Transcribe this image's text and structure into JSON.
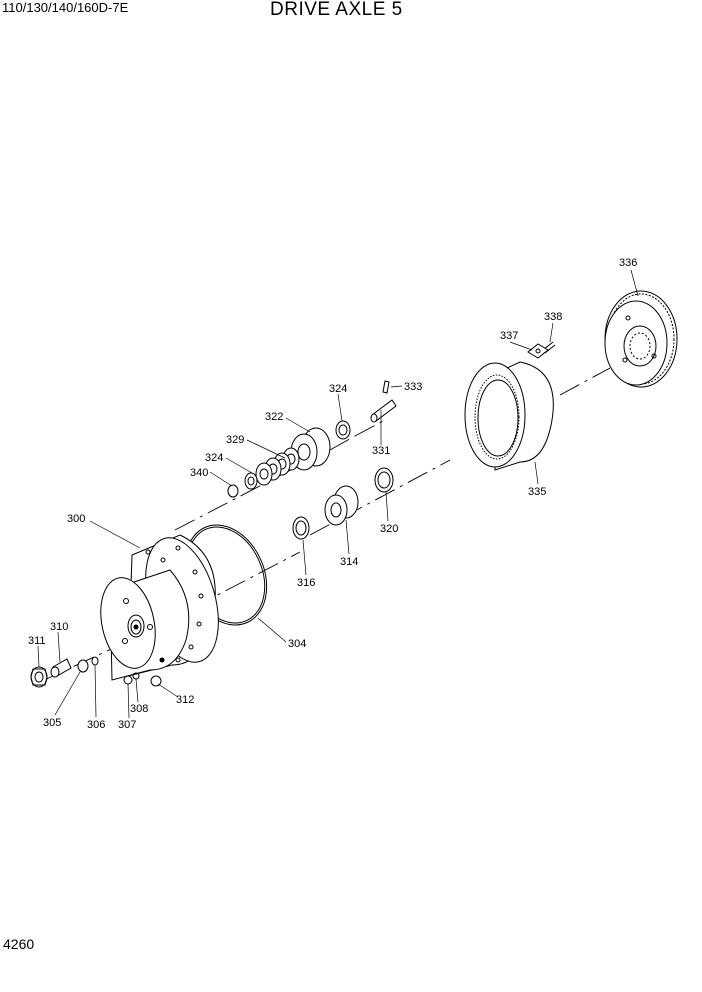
{
  "header": {
    "model": "110/130/140/160D-7E",
    "title": "DRIVE AXLE 5"
  },
  "footer": {
    "page_number": "4260"
  },
  "labels": [
    {
      "id": "l336",
      "text": "336"
    },
    {
      "id": "l338",
      "text": "338"
    },
    {
      "id": "l337",
      "text": "337"
    },
    {
      "id": "l324a",
      "text": "324"
    },
    {
      "id": "l333",
      "text": "333"
    },
    {
      "id": "l322",
      "text": "322"
    },
    {
      "id": "l329",
      "text": "329"
    },
    {
      "id": "l331",
      "text": "331"
    },
    {
      "id": "l324b",
      "text": "324"
    },
    {
      "id": "l340",
      "text": "340"
    },
    {
      "id": "l335",
      "text": "335"
    },
    {
      "id": "l300",
      "text": "300"
    },
    {
      "id": "l320",
      "text": "320"
    },
    {
      "id": "l314",
      "text": "314"
    },
    {
      "id": "l316",
      "text": "316"
    },
    {
      "id": "l310",
      "text": "310"
    },
    {
      "id": "l311",
      "text": "311"
    },
    {
      "id": "l304",
      "text": "304"
    },
    {
      "id": "l312",
      "text": "312"
    },
    {
      "id": "l308",
      "text": "308"
    },
    {
      "id": "l305",
      "text": "305"
    },
    {
      "id": "l306",
      "text": "306"
    },
    {
      "id": "l307",
      "text": "307"
    }
  ]
}
